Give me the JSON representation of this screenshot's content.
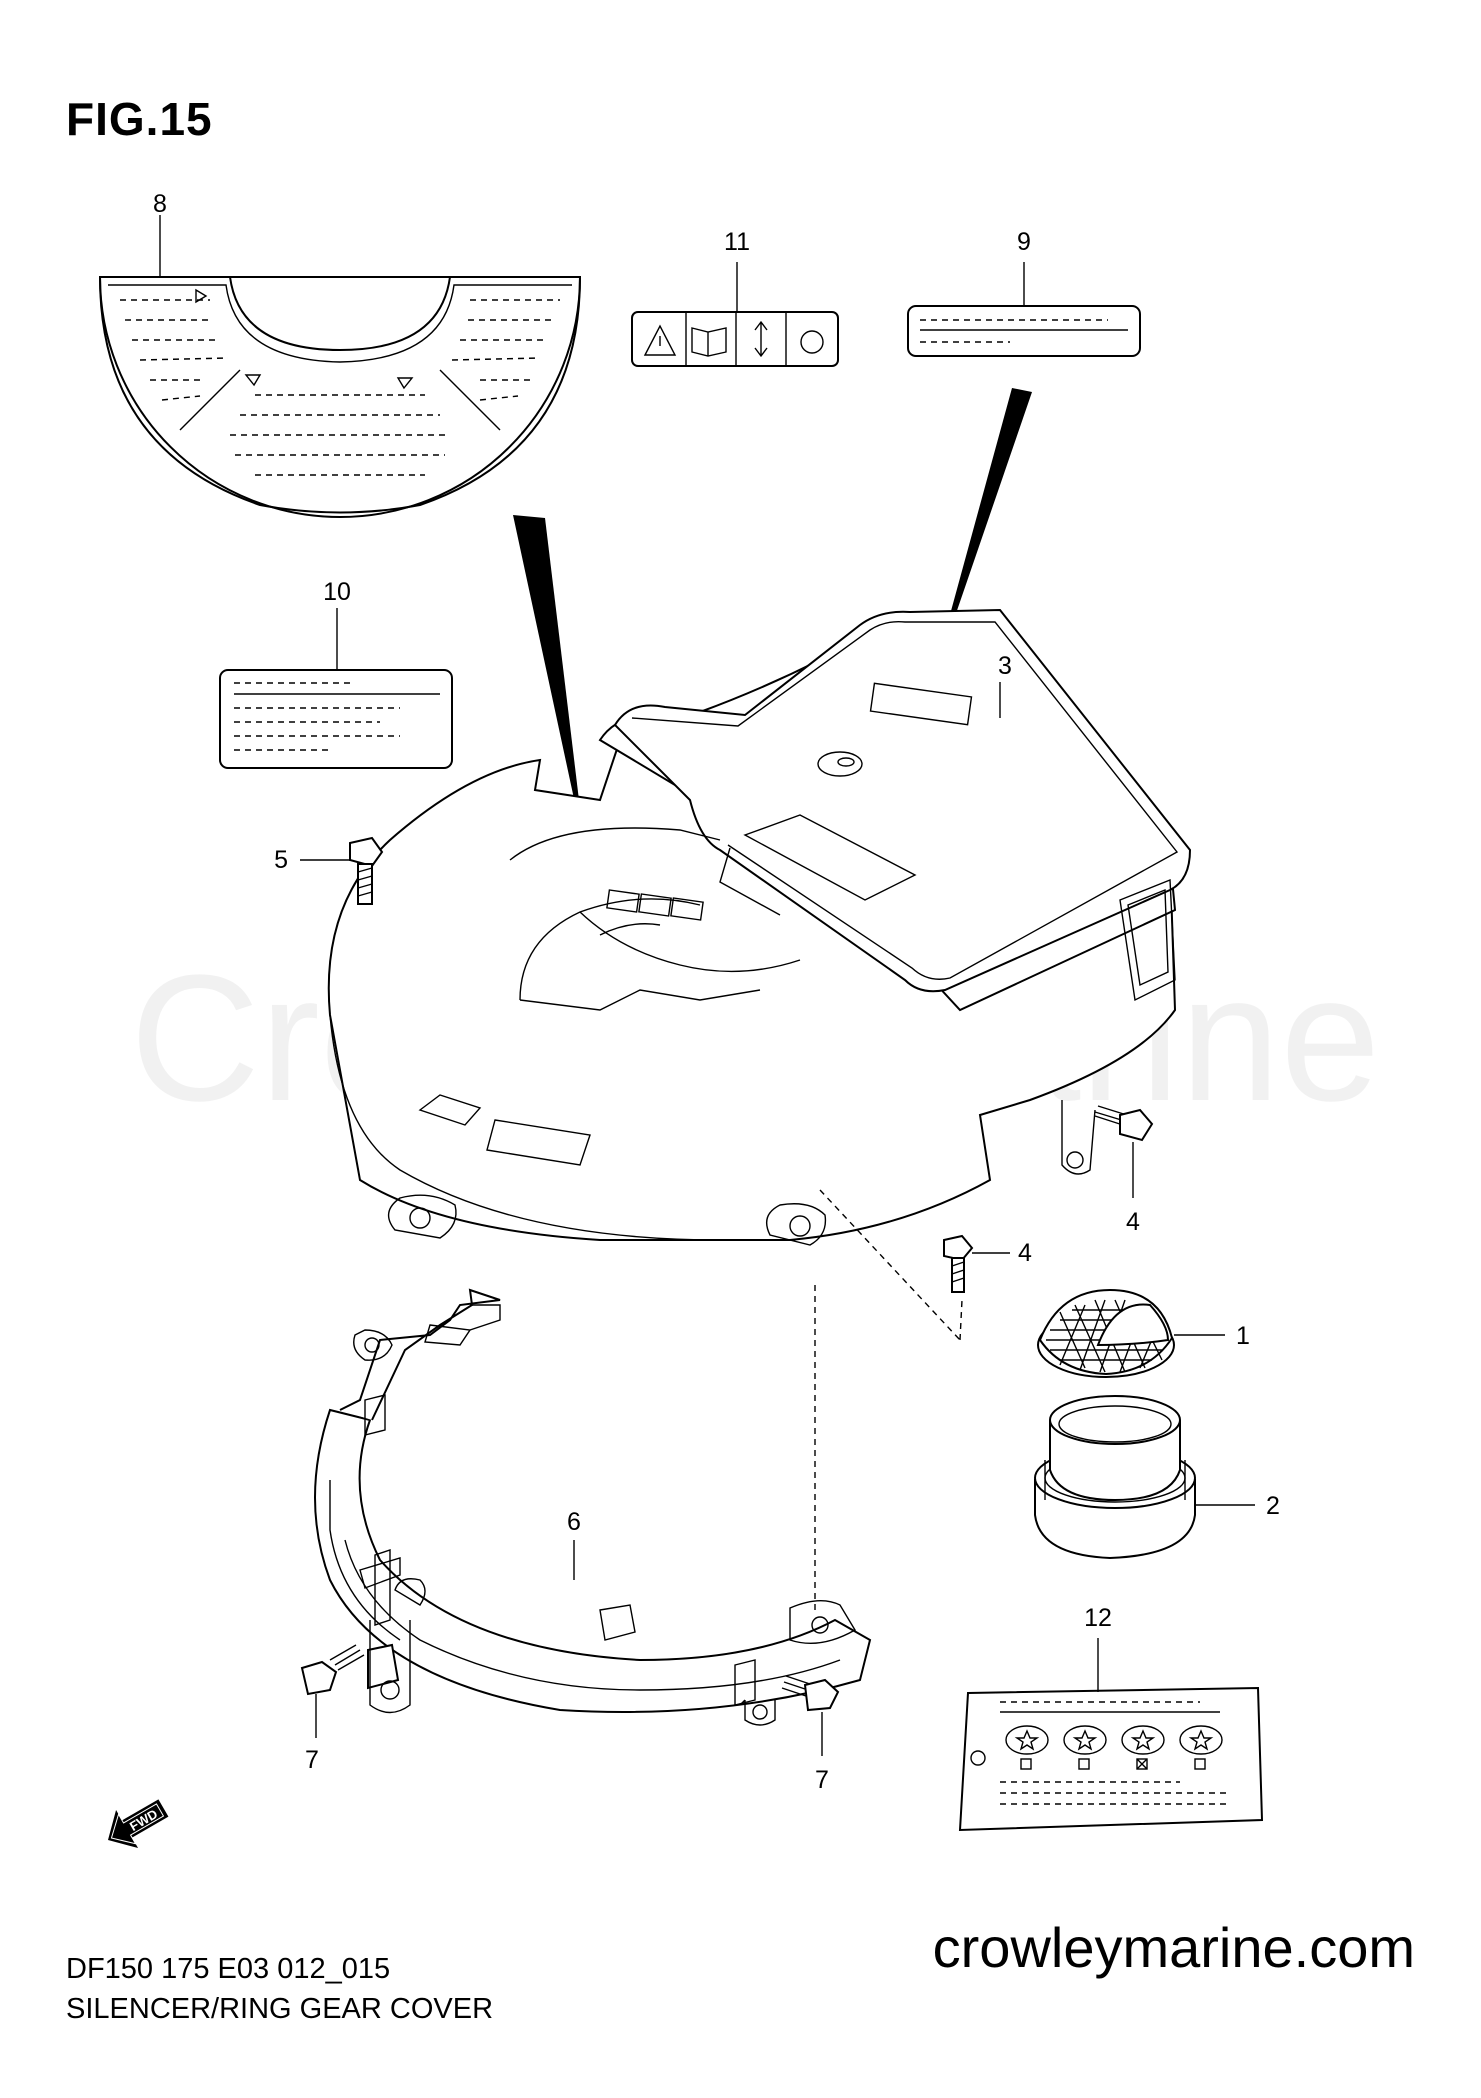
{
  "header": {
    "figure_label": "FIG.15"
  },
  "footer": {
    "model_code": "DF150 175 E03 012_015",
    "diagram_title": "SILENCER/RING GEAR COVER",
    "website": "crowleymarine.com"
  },
  "watermark": "Crowley Marine",
  "fwd_badge": "FWD",
  "callouts": {
    "c1": "1",
    "c2": "2",
    "c3": "3",
    "c4a": "4",
    "c4b": "4",
    "c5": "5",
    "c6": "6",
    "c7a": "7",
    "c7b": "7",
    "c8": "8",
    "c9": "9",
    "c10": "10",
    "c11": "11",
    "c12": "12"
  }
}
